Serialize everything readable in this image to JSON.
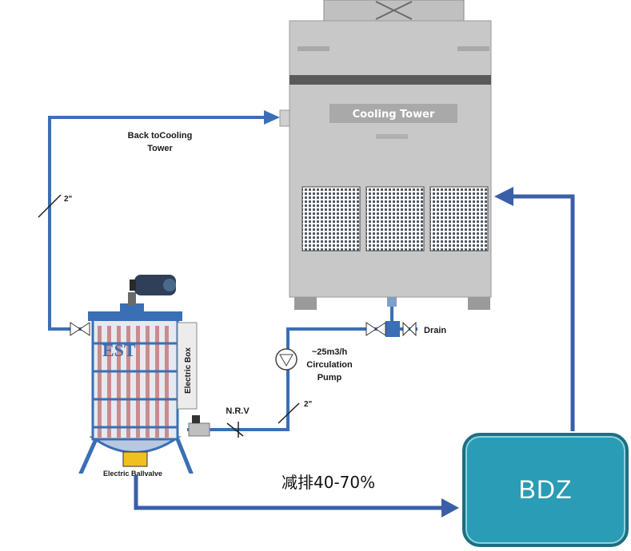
{
  "cooling_tower": {
    "label": "Cooling Tower"
  },
  "return_line": {
    "label_line1": "Back toCooling",
    "label_line2": "Tower",
    "pipe_size": "2\""
  },
  "filter_unit": {
    "brand": "EST",
    "electric_box": "Electric Box",
    "ball_valve": "Electric Ballvalve"
  },
  "valves": {
    "nrv": "N.R.V",
    "drain": "Drain"
  },
  "pump": {
    "line1": "~25m3/h",
    "line2": "Circulation",
    "line3": "Pump",
    "pipe_size": "2\""
  },
  "bdz": {
    "label": "BDZ"
  },
  "reduction": {
    "text": "减排40-70%"
  },
  "colors": {
    "pipe": "#3a6fb5",
    "bdz": "#2a9cb5",
    "tower": "#c6c6c6",
    "arrow": "#3a5fa8"
  }
}
